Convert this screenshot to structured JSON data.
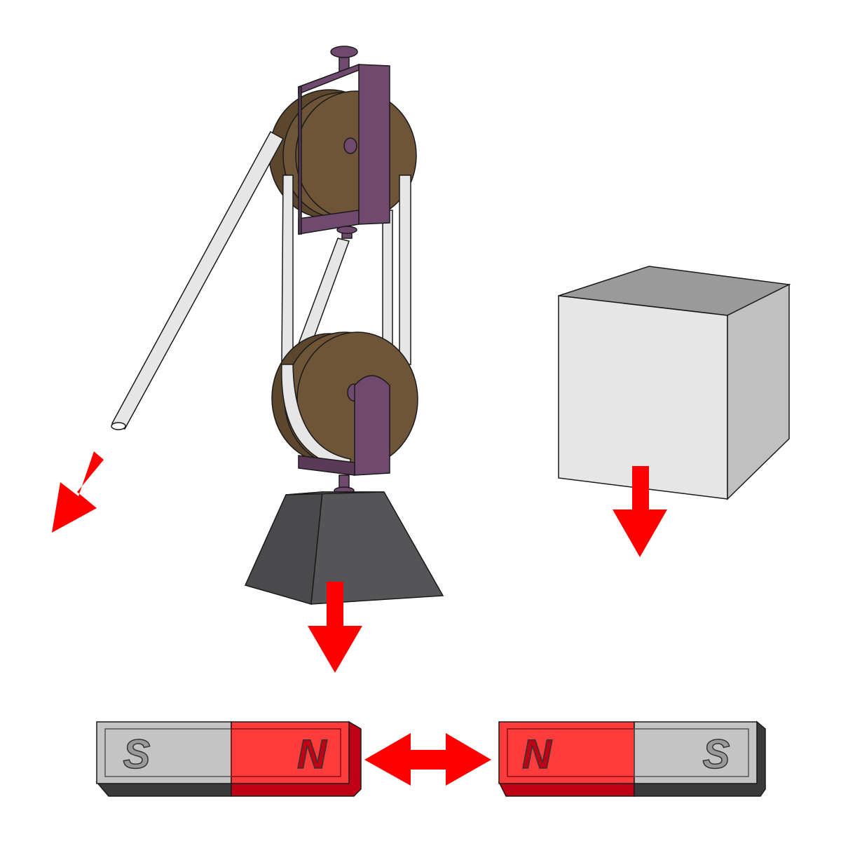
{
  "magnets": {
    "left": {
      "left_pole": "S",
      "right_pole": "N"
    },
    "right": {
      "left_pole": "N",
      "right_pole": "S"
    }
  },
  "colors": {
    "pulley_wheel": "#6e5538",
    "pulley_frame": "#704a6e",
    "rope": "#e6e6e6",
    "weight": "#555557",
    "cube_front": "#e6e6e6",
    "cube_top": "#9a9a9a",
    "cube_side": "#c0c0c0",
    "arrow": "#ff0000",
    "magnet_red": "#ff3b3b",
    "magnet_grey": "#c4c4c4"
  },
  "arrows": [
    "rope-pull-arrow",
    "weight-gravity-arrow",
    "cube-gravity-arrow",
    "magnet-force-double-arrow"
  ]
}
